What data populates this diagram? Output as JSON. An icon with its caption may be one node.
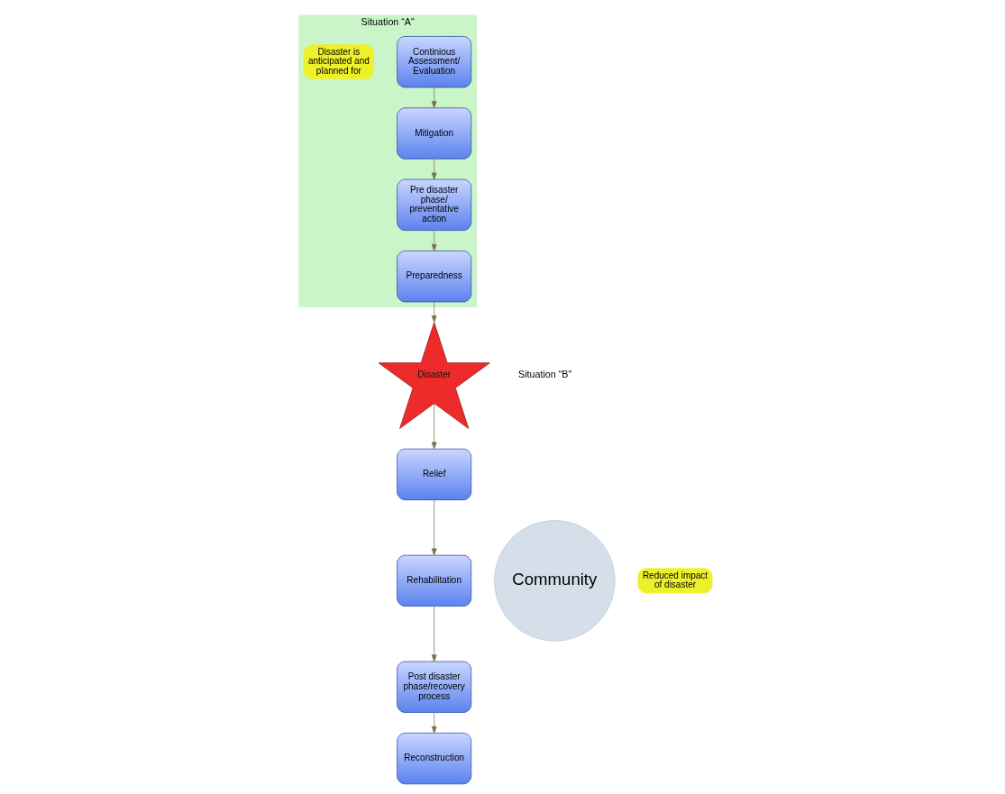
{
  "diagram": {
    "nodes": [
      {
        "text": [
          "Situation “A\""
        ]
      },
      {
        "text": [
          "Disaster"
        ]
      },
      {
        "text": [
          "Preparedness"
        ],
        "in": 0
      },
      {
        "text": [
          "Pre disaster phase/ preventative action"
        ],
        "in": 0
      },
      {
        "text": [
          "Mitigation"
        ],
        "in": 0
      },
      {
        "text": [
          "Continious Assessment/ Evaluation"
        ],
        "in": 0
      },
      {
        "text": [
          "Disaster is anticipated and planned for"
        ],
        "in": 0
      },
      {
        "text": [
          "Community"
        ]
      },
      {
        "text": [
          "Relief"
        ]
      },
      {
        "text": [
          "Rehabilitation"
        ]
      },
      {
        "text": [
          "Post disaster phase/recovery process"
        ]
      },
      {
        "text": [
          "Reconstruction"
        ]
      },
      {
        "text": [
          "Reduced impact of disaster"
        ]
      }
    ],
    "edges": [
      {
        "from": 5,
        "to": 4,
        "arrow": "to"
      },
      {
        "from": 4,
        "to": 3,
        "arrow": "to"
      },
      {
        "from": 3,
        "to": 2,
        "arrow": "to"
      },
      {
        "from": 2,
        "to": 1,
        "arrow": "to"
      },
      {
        "from": 1,
        "to": 8,
        "arrow": "to"
      },
      {
        "from": 8,
        "to": 9,
        "arrow": "to"
      },
      {
        "from": 9,
        "to": 10,
        "arrow": "to"
      },
      {
        "from": 10,
        "to": 11,
        "arrow": "to"
      }
    ],
    "labels": [
      "Situation “B\""
    ]
  }
}
